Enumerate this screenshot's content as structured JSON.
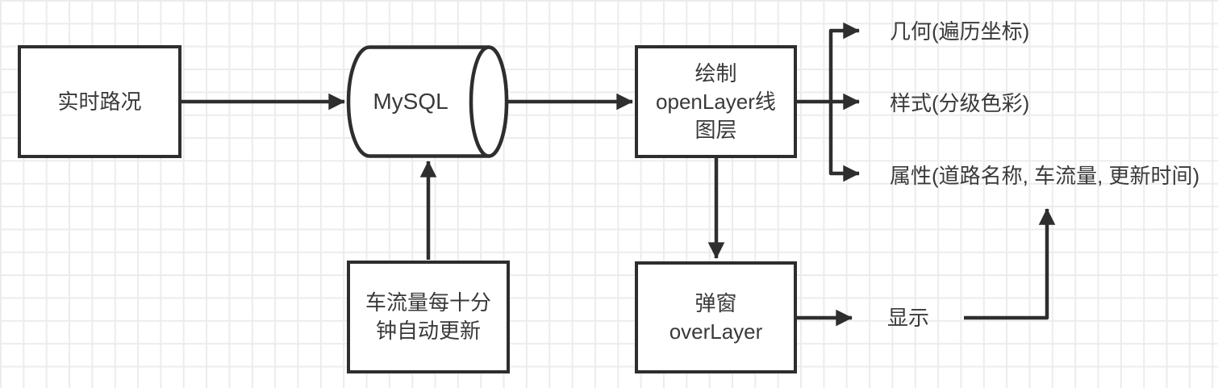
{
  "diagram": {
    "nodes": {
      "realtime": {
        "label": "实时路况"
      },
      "mysql": {
        "label": "MySQL",
        "shape": "horizontal-cylinder"
      },
      "draw_layer": {
        "label": "绘制\nopenLayer线\n图层"
      },
      "update": {
        "label": "车流量每十分\n钟自动更新"
      },
      "popup": {
        "label": "弹窗\noverLayer"
      }
    },
    "labels": {
      "geometry": "几何(遍历坐标)",
      "style": "样式(分级色彩)",
      "attribute": "属性(道路名称, 车流量, 更新时间)",
      "display": "显示"
    },
    "colors": {
      "stroke": "#2e2e2e",
      "text": "#3a3a3a",
      "grid": "#ececec",
      "background": "#ffffff"
    }
  }
}
